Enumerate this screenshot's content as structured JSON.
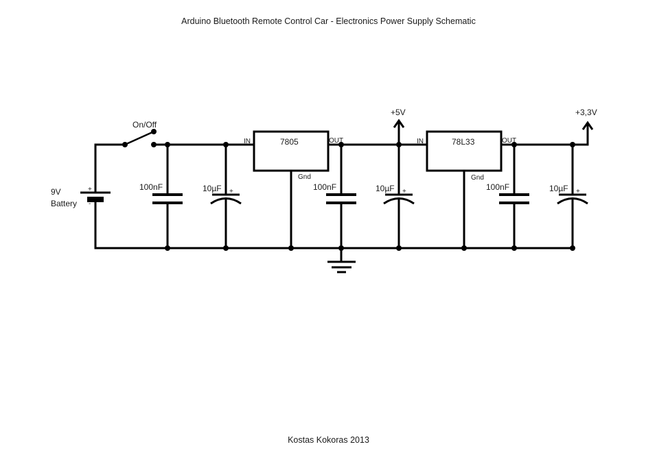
{
  "title": "Arduino Bluetooth Remote Control Car - Electronics Power Supply Schematic",
  "author": "Kostas Kokoras 2013",
  "battery": {
    "voltage_label": "9V",
    "name_label": "Battery",
    "plus": "+",
    "minus": "-"
  },
  "switch": {
    "label": "On/Off"
  },
  "regulators": [
    {
      "name": "7805",
      "in_label": "IN",
      "out_label": "OUT",
      "gnd_label": "Gnd"
    },
    {
      "name": "78L33",
      "in_label": "IN",
      "out_label": "OUT",
      "gnd_label": "Gnd"
    }
  ],
  "capacitors": [
    {
      "value": "100nF",
      "type": "ceramic"
    },
    {
      "value": "10µF",
      "type": "electrolytic",
      "polarity": "+"
    },
    {
      "value": "100nF",
      "type": "ceramic"
    },
    {
      "value": "10µF",
      "type": "electrolytic",
      "polarity": "+"
    },
    {
      "value": "100nF",
      "type": "ceramic"
    },
    {
      "value": "10µF",
      "type": "electrolytic",
      "polarity": "+"
    }
  ],
  "rails": [
    {
      "label": "+5V"
    },
    {
      "label": "+3,3V"
    }
  ],
  "colors": {
    "wire": "#000000",
    "text": "#1a1a1a",
    "background": "#ffffff"
  }
}
